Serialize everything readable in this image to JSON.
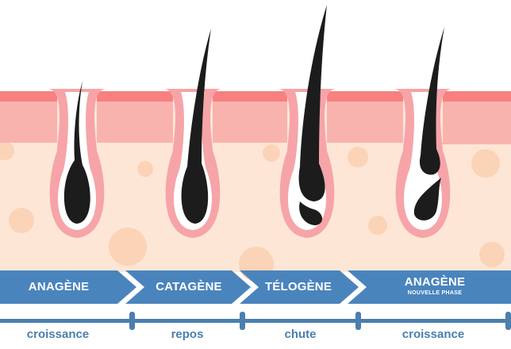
{
  "colors": {
    "skin_top": "#f78080",
    "skin_epidermis": "#f9b3ae",
    "dermis": "#fde6d6",
    "bubble": "#fbd3b6",
    "follicle_rim": "#f6a4a8",
    "follicle_inner": "#ffffff",
    "hair": "#1c1c1c",
    "arrow_blue": "#4a84bd",
    "timeline_blue": "#4a7fae"
  },
  "phases": [
    {
      "label": "ANAGÈNE",
      "sub": ""
    },
    {
      "label": "CATAGÈNE",
      "sub": ""
    },
    {
      "label": "TÉLOGÈNE",
      "sub": ""
    },
    {
      "label": "ANAGÈNE",
      "sub": "NOUVELLE PHASE"
    }
  ],
  "stages": [
    {
      "label": "croissance"
    },
    {
      "label": "repos"
    },
    {
      "label": "chute"
    },
    {
      "label": "croissance"
    }
  ]
}
